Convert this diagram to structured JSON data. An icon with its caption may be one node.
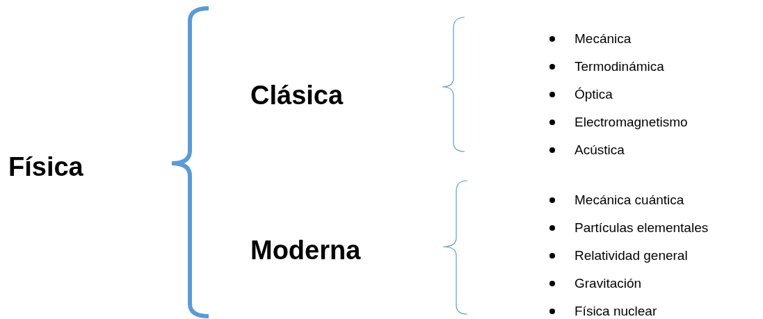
{
  "diagram": {
    "labels": [
      "Física",
      "Clásica",
      "Mecánica",
      "Termodinámica",
      "Óptica",
      "Electromagnetismo",
      "Acústica",
      "Moderna",
      "Mecánica cuántica",
      "Partículas elementales",
      "Relatividad general",
      "Gravitación",
      "Física nuclear"
    ]
  }
}
